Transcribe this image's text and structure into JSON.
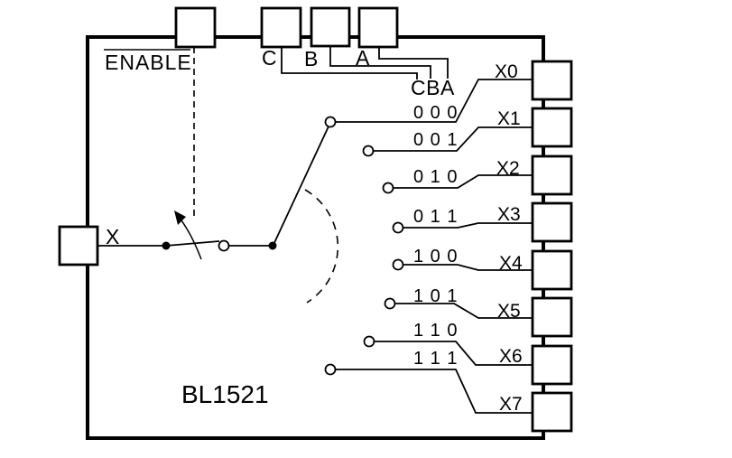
{
  "chip": {
    "name": "BL1521"
  },
  "pins": {
    "enable": "ENABLE",
    "select": {
      "c": "C",
      "b": "B",
      "a": "A"
    },
    "bus": "CBA",
    "common": "X"
  },
  "channels": [
    {
      "label": "X0",
      "code": "0 0 0"
    },
    {
      "label": "X1",
      "code": "0 0 1"
    },
    {
      "label": "X2",
      "code": "0 1 0"
    },
    {
      "label": "X3",
      "code": "0 1 1"
    },
    {
      "label": "X4",
      "code": "1 0 0"
    },
    {
      "label": "X5",
      "code": "1 0 1"
    },
    {
      "label": "X6",
      "code": "1 1 0"
    },
    {
      "label": "X7",
      "code": "1 1 1"
    }
  ],
  "colors": {
    "line": "#000000",
    "background": "#ffffff"
  }
}
